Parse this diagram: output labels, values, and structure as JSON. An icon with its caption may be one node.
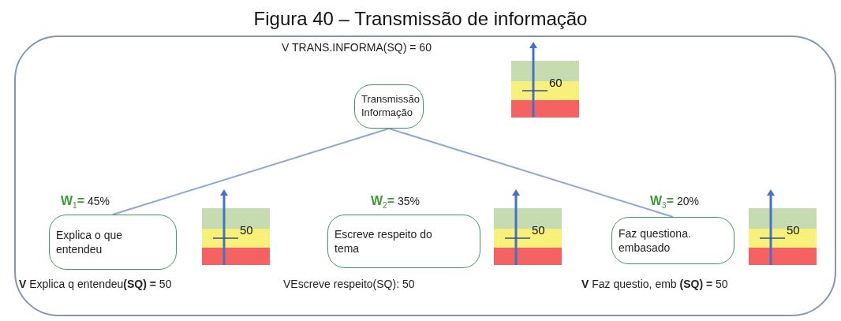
{
  "diagram": {
    "title": "Figura 40 – Transmissão de informação",
    "nodes": [
      {
        "text": [],
        "shape": "box"
      },
      {
        "text": [
          "Transmissão Informação"
        ],
        "in": 0,
        "beside": [
          "V TRANS.INFORMA(SQ) = 60"
        ]
      },
      {
        "text": [
          "Explica o que entendeu"
        ],
        "in": 0,
        "beside": [
          "**W**$_{1}$**=** 45%",
          "**V** Explica q entendeu**(SQ) =** 50"
        ]
      },
      {
        "text": [
          "Escreve respeito do tema"
        ],
        "in": 0,
        "beside": [
          "**W**$_{2}$**=** 35%",
          "VEscreve respeito(SQ): 50"
        ]
      },
      {
        "text": [
          "Faz questiona. embasado"
        ],
        "in": 0,
        "beside": [
          "**W**$_{3}$**=** 20%",
          "**V** Faz questio, emb **(SQ) =** 50"
        ]
      }
    ],
    "edges": [
      {
        "from": 1,
        "to": 2,
        "arrow": "none"
      },
      {
        "from": 1,
        "to": 4,
        "arrow": "none"
      }
    ],
    "labels": [
      "60",
      "50",
      "50",
      "50"
    ]
  }
}
